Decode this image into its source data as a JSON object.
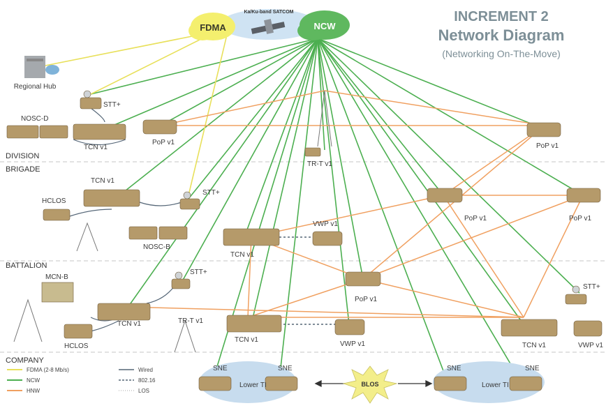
{
  "title": {
    "line1": "INCREMENT 2",
    "line2": "Network Diagram",
    "line3": "(Networking On-The-Move)"
  },
  "satellite": {
    "fdma": "FDMA",
    "ncw": "NCW",
    "satcom": "Ka/Ku-band SATCOM"
  },
  "sections": {
    "division": "DIVISION",
    "brigade": "BRIGADE",
    "battalion": "BATTALION",
    "company": "COMPANY"
  },
  "nodes": {
    "regional_hub": "Regional Hub",
    "stt_div": "STT+",
    "nosc_d": "NOSC-D",
    "tcn_div": "TCN v1",
    "pop_div": "PoP v1",
    "trt_top": "TR-T v1",
    "pop_right_top": "PoP v1",
    "tcn_bde": "TCN v1",
    "hclos_bde": "HCLOS",
    "stt_bde": "STT+",
    "nosc_b": "NOSC-B",
    "tcn_mid": "TCN v1",
    "vwp_mid": "VWP v1",
    "pop_mid_right": "PoP v1",
    "pop_far_right": "PoP v1",
    "pop_center": "PoP v1",
    "mcn_b": "MCN-B",
    "stt_bn": "STT+",
    "tcn_bn": "TCN v1",
    "hclos_bn": "HCLOS",
    "trt_bn": "TR-T v1",
    "tcn_co": "TCN v1",
    "vwp_co": "VWP v1",
    "stt_right": "STT+",
    "tcn_right": "TCN v1",
    "vwp_right": "VWP v1",
    "sne1": "SNE",
    "sne2": "SNE",
    "sne3": "SNE",
    "sne4": "SNE",
    "lower_left": "Lower TI",
    "lower_right": "Lower TI",
    "blos": "BLOS"
  },
  "legend": {
    "fdma": "FDMA (2-8 Mb/s)",
    "ncw": "NCW",
    "hnw": "HNW",
    "wired": "Wired",
    "wifi": "802.16",
    "los": "LOS"
  },
  "colors": {
    "fdma": "#e8e05a",
    "ncw": "#4caf50",
    "hnw": "#f0a060",
    "wired": "#556677",
    "title": "#7d8f97",
    "vehicle": "#b59a6a"
  }
}
